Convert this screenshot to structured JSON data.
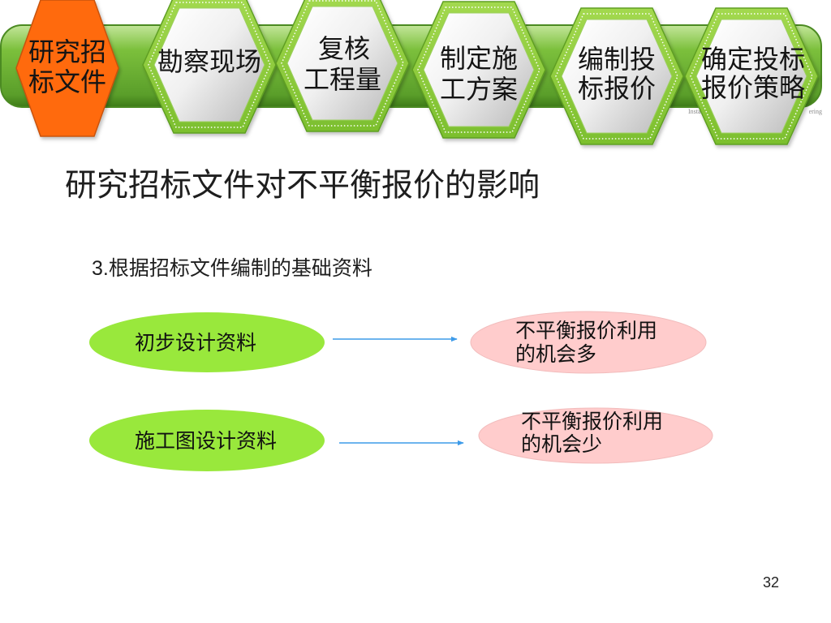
{
  "slide": {
    "title": "研究招标文件对不平衡报价的影响",
    "subtitle": "3.根据招标文件编制的基础资料",
    "page_number": "32"
  },
  "process_bar": {
    "band_text_left": "Insta",
    "band_text_right": "ering",
    "steps": [
      {
        "lines": [
          "研究招",
          "标文件"
        ],
        "active": true
      },
      {
        "lines": [
          "勘察现场"
        ],
        "active": false
      },
      {
        "lines": [
          "复核",
          "工程量"
        ],
        "active": false
      },
      {
        "lines": [
          "制定施",
          "工方案"
        ],
        "active": false
      },
      {
        "lines": [
          "编制投",
          "标报价"
        ],
        "active": false
      },
      {
        "lines": [
          "确定投标",
          "报价策略"
        ],
        "active": false
      }
    ]
  },
  "diagram": {
    "rows": [
      {
        "source": "初步设计资料",
        "target_lines": [
          "不平衡报价利用",
          "的机会多"
        ]
      },
      {
        "source": "施工图设计资料",
        "target_lines": [
          "不平衡报价利用",
          "的机会少"
        ]
      }
    ]
  },
  "colors": {
    "active_step": "#ff6a10",
    "step_green": "#a3d94f",
    "band_green": "#7cc03c",
    "source_oval": "#99e83c",
    "target_oval": "#ffcccc",
    "arrow": "#3d9be9"
  }
}
